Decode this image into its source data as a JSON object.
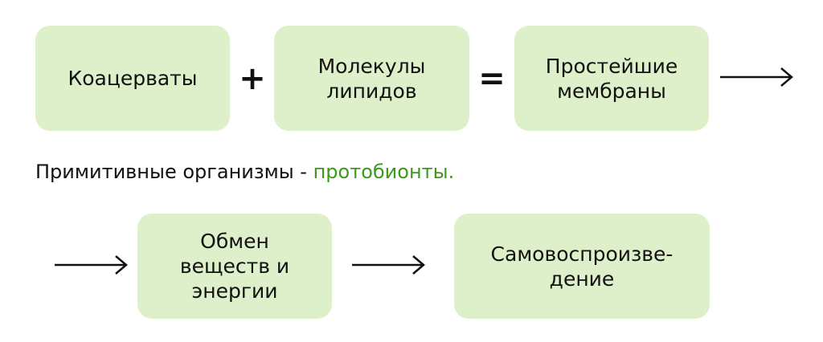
{
  "row1": {
    "box1": [
      "Коацерваты"
    ],
    "plus": "+",
    "box2": [
      "Молекулы",
      "липидов"
    ],
    "equals": "=",
    "box3": [
      "Простейшие",
      "мембраны"
    ]
  },
  "caption": {
    "text": "Примитивные организмы - ",
    "highlight": "протобионты."
  },
  "row2": {
    "box4": [
      "Обмен",
      "веществ и",
      "энергии"
    ],
    "box5": [
      "Самовоспроизве-",
      "дение"
    ]
  },
  "colors": {
    "box_fill": "#ddf0c9",
    "accent_text": "#3a9b1a",
    "text": "#111111"
  }
}
